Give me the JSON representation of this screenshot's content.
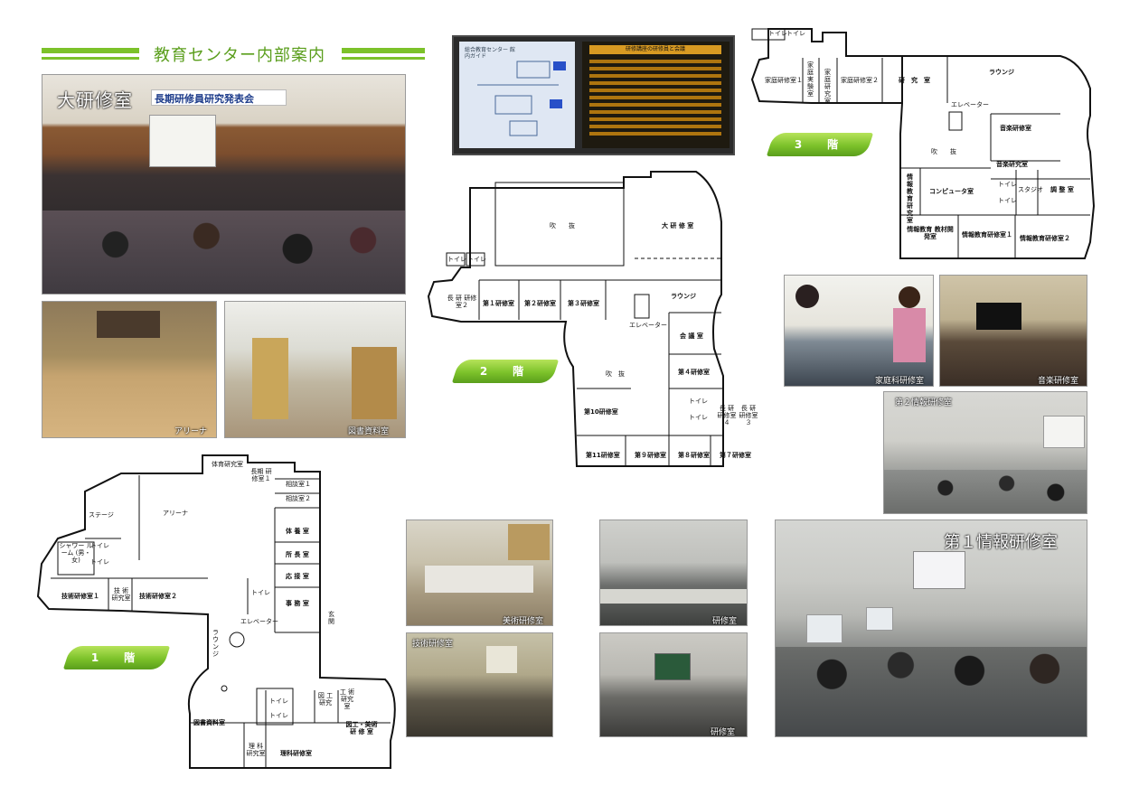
{
  "header": {
    "title": "教育センター内部案内"
  },
  "photos": {
    "main_hall": "大研修室",
    "main_hall_banner": "長期研修員研究発表会",
    "arena": "アリーナ",
    "library": "図書資料室",
    "home_econ": "家庭科研修室",
    "music": "音楽研修室",
    "info2": "第２情報研修室",
    "info1": "第１情報研修室",
    "art": "美術研修室",
    "tech": "技術研修室",
    "training_a": "研修室",
    "training_b": "研修室"
  },
  "monitor": {
    "left_text": "総合教育センター 館内ガイド",
    "right_title": "研修講座の研修員と会議"
  },
  "floor1": {
    "badge": "1　階",
    "rooms": {
      "pe_research": "体育研究室",
      "long_training1": "長期 研修室１",
      "consult1": "相談室１",
      "consult2": "相談室２",
      "arena": "アリーナ",
      "stage": "ステージ",
      "shower": "シャワー ルーム (男・女)",
      "toilet_a": "トイレ",
      "toilet_b": "トイレ",
      "gym_storage": "体 養 室",
      "director": "所 長 室",
      "reception": "応 接 室",
      "toilet_c": "トイレ",
      "office": "事 務 室",
      "elevator": "エレベーター",
      "tech_training1": "技術研修室１",
      "tech_research": "技 術 研究室",
      "tech_training2": "技術研修室２",
      "lounge": "ラウンジ",
      "entrance": "玄 関",
      "library": "図書資料室",
      "toilet_d": "トイレ",
      "toilet_e": "トイレ",
      "craft_research": "図 工 研究",
      "tech_research2": "工 術 研究室",
      "art_training": "図工・美術 研 修 室",
      "science_research": "理 科 研究室",
      "science_training": "理科研修室"
    }
  },
  "floor2": {
    "badge": "2　階",
    "rooms": {
      "atrium_top": "吹　　抜",
      "large_training": "大 研 修 室",
      "toilet_a": "トイレ",
      "toilet_b": "トイレ",
      "long_training2": "長 研 研修室２",
      "training1": "第１研修室",
      "training2": "第２研修室",
      "training3": "第３研修室",
      "lounge": "ラウンジ",
      "elevator": "エレベーター",
      "meeting": "会 議 室",
      "atrium": "吹　抜",
      "training4": "第４研修室",
      "training10": "第10研修室",
      "toilet_c": "トイレ",
      "toilet_d": "トイレ",
      "long_training4": "長 研 研修室４",
      "long_training3": "長 研 研修室３",
      "training11": "第11研修室",
      "training9": "第９研修室",
      "training8": "第８研修室",
      "training7": "第７研修室"
    }
  },
  "floor3": {
    "badge": "3　階",
    "rooms": {
      "toilet_a": "トイレ",
      "toilet_b": "トイレ",
      "home_training1": "家庭研修室１",
      "home_lab": "家 庭 実験室",
      "home_research": "家 庭 研究室",
      "home_training2": "家庭研修室２",
      "research": "研　究　室",
      "lounge": "ラウンジ",
      "elevator": "エレベーター",
      "music_training": "音楽研修室",
      "atrium": "吹　　抜",
      "music_research": "音楽研究室",
      "info_research": "情 報 教 育 研究室",
      "computer": "コンピュータ室",
      "toilet_c": "トイレ",
      "toilet_d": "トイレ",
      "studio": "スタジオ",
      "control": "調 整 室",
      "info_material": "情報教育 教材開発室",
      "info_training1": "情報教育研修室１",
      "info_training2": "情報教育研修室２"
    }
  },
  "colors": {
    "accent": "#7cc22a",
    "accent_dark": "#5a9e1c"
  }
}
